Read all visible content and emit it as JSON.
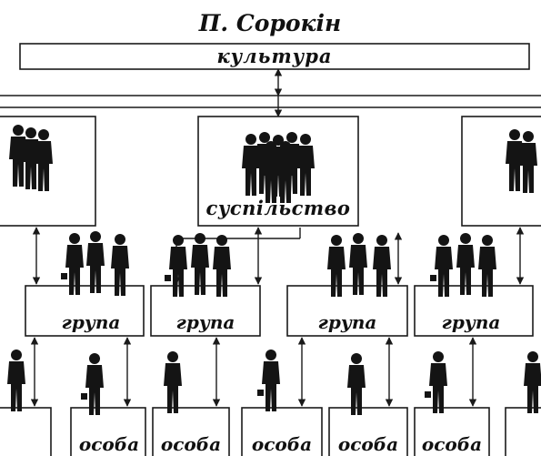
{
  "title": "П. Сорокін",
  "culture": "культура",
  "society": "суспільство",
  "groups": [
    "група",
    "група",
    "група",
    "група"
  ],
  "persons": [
    "особа",
    "особа",
    "особа",
    "особа",
    "особа"
  ],
  "colors": {
    "ink": "#141414",
    "paper": "#ffffff"
  },
  "icons": [
    "people-crowd-icon",
    "people-group-icon",
    "person-icon"
  ]
}
